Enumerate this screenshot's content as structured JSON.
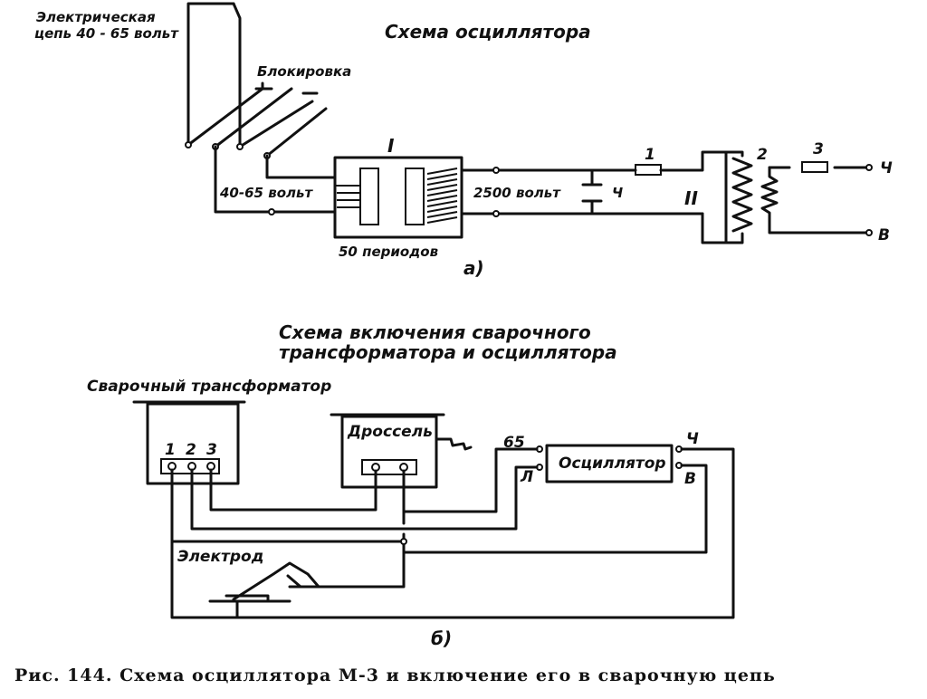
{
  "diagram_a": {
    "title": "Схема осциллятора",
    "supply_label_line1": "Электрическая",
    "supply_label_line2": "цепь  40 - 65 вольт",
    "interlock_label": "Блокировка",
    "transformer_I": "I",
    "voltage_primary": "40-65 вольт",
    "frequency": "50 периодов",
    "voltage_secondary": "2500 вольт",
    "spark_gap_label": "Ч",
    "coil_II": "II",
    "mark_1": "1",
    "mark_2": "2",
    "mark_3": "3",
    "out_ch": "Ч",
    "out_v": "В",
    "sub_label": "а)"
  },
  "diagram_b": {
    "title_line1": "Схема включения сварочного",
    "title_line2": "трансформатора и осциллятора",
    "welding_transformer": "Сварочный трансформатор",
    "terminal_1": "1",
    "terminal_2": "2",
    "terminal_3": "3",
    "choke": "Дроссель",
    "oscillator": "Осциллятор",
    "term_65": "65",
    "term_l": "Л",
    "term_ch": "Ч",
    "term_v": "В",
    "electrode": "Электрод",
    "sub_label": "б)"
  },
  "caption": "Рис.  144.  Схема  осциллятора  М-3  и  включение  его  в  сварочную  цепь"
}
